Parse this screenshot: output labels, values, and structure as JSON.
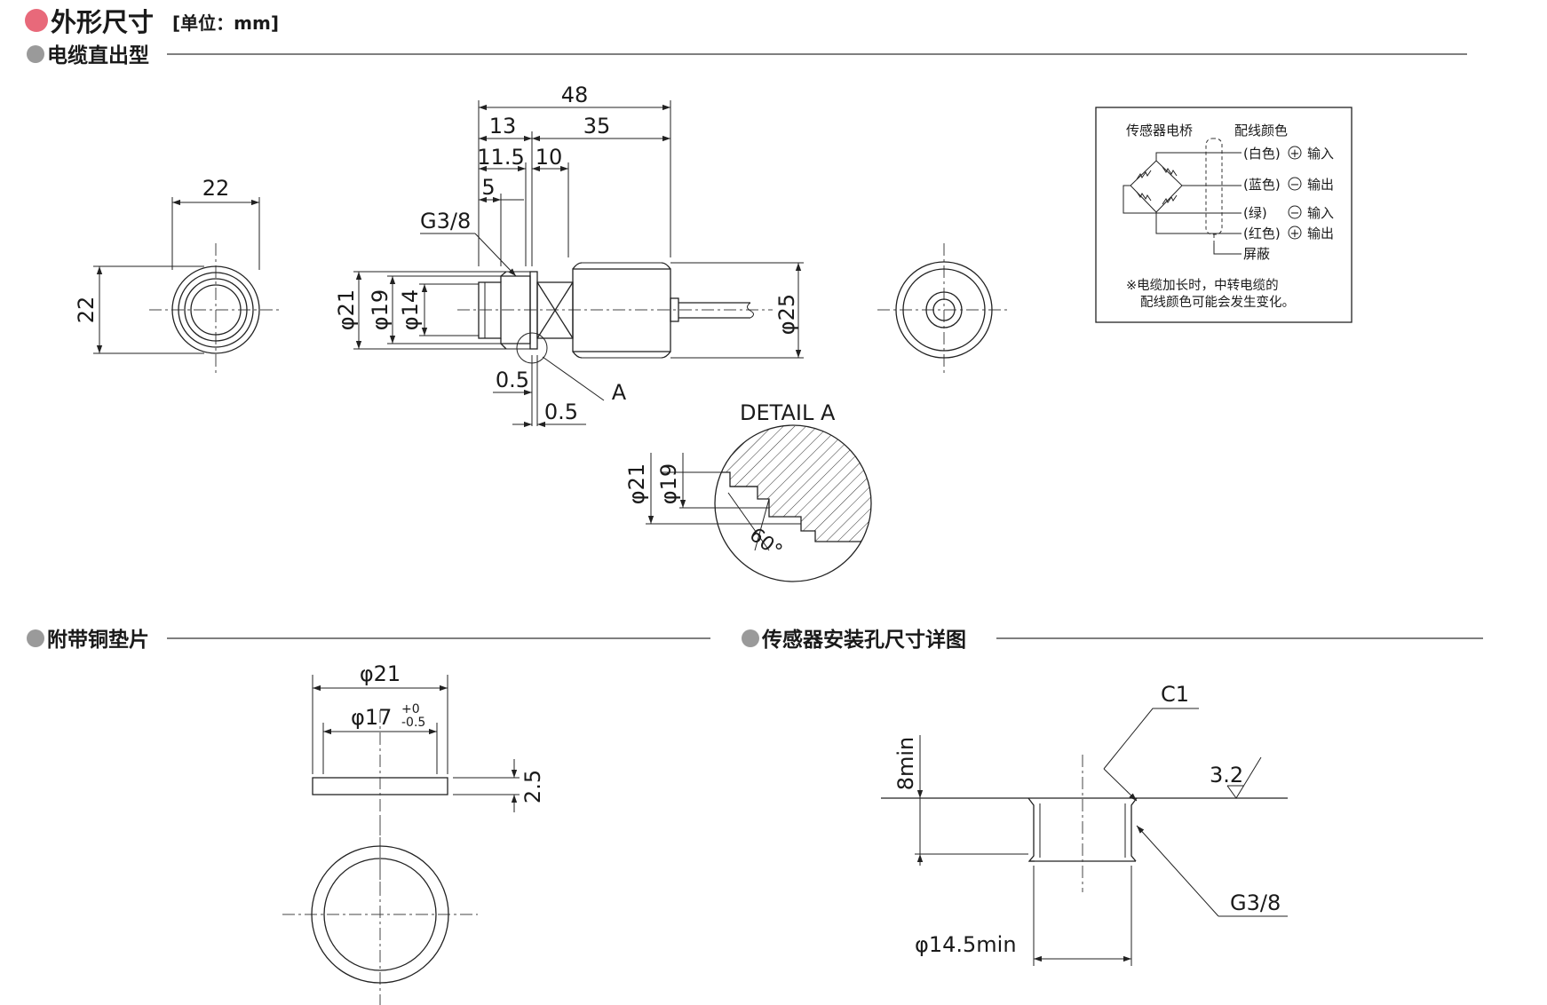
{
  "header": {
    "title": "外形尺寸",
    "unit": "[单位：mm]",
    "accent_color": "#e8697a",
    "bullet_gray": "#9a9a9a"
  },
  "sections": {
    "cable": "电缆直出型",
    "washer": "附带铜垫片",
    "hole": "传感器安装孔尺寸详图"
  },
  "side_view": {
    "width": "22",
    "height": "22"
  },
  "main_view": {
    "overall": "48",
    "d13": "13",
    "d35": "35",
    "d11_5": "11.5",
    "d10": "10",
    "d5": "5",
    "thread": "G3/8",
    "phi21": "φ21",
    "phi19": "φ19",
    "phi14": "φ14",
    "phi25": "φ25",
    "d0_5a": "0.5",
    "d0_5b": "0.5",
    "detail_ref": "A"
  },
  "detail": {
    "title": "DETAIL A",
    "phi21": "φ21",
    "phi19": "φ19",
    "angle": "60°"
  },
  "wiring": {
    "bridge": "传感器电桥",
    "color_header": "配线颜色",
    "rows": [
      {
        "color": "(白色)",
        "sign": "+",
        "fn": "输入"
      },
      {
        "color": "(蓝色)",
        "sign": "−",
        "fn": "输出"
      },
      {
        "color": "(绿)",
        "sign": "−",
        "fn": "输入"
      },
      {
        "color": "(红色)",
        "sign": "+",
        "fn": "输出"
      }
    ],
    "shield": "屏蔽",
    "note_line1": "※电缆加长时，中转电缆的",
    "note_line2": "配线颜色可能会发生变化。"
  },
  "washer": {
    "outer": "φ21",
    "inner": "φ17",
    "tol_upper": "+0",
    "tol_lower": "-0.5",
    "thickness": "2.5"
  },
  "hole": {
    "chamfer": "C1",
    "depth": "8min",
    "roughness": "3.2",
    "thread": "G3/8",
    "diameter": "φ14.5min"
  }
}
